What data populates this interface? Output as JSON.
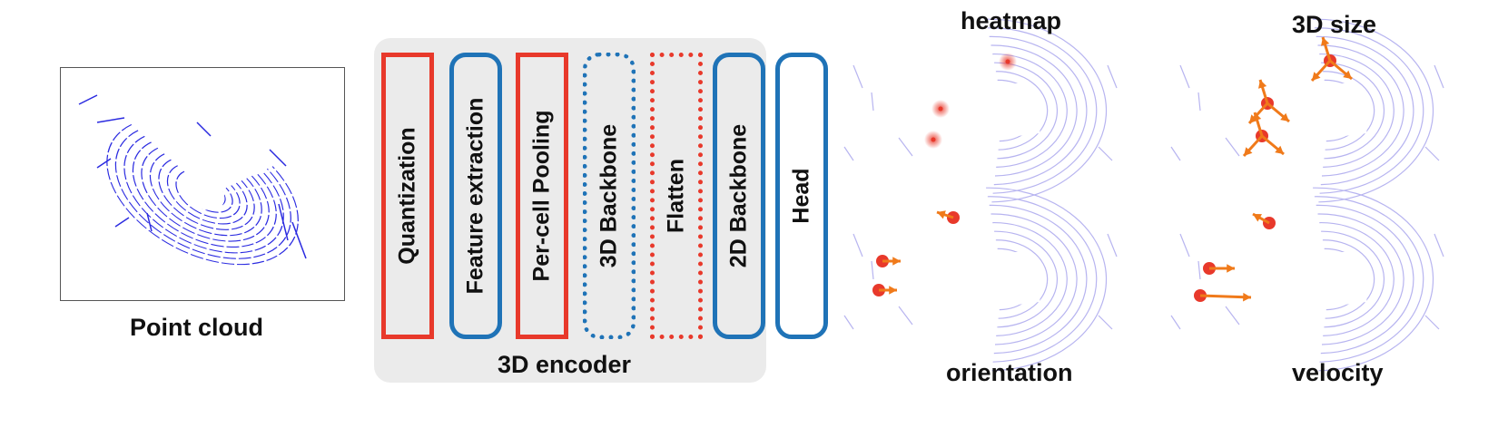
{
  "point_cloud": {
    "label": "Point cloud"
  },
  "encoder": {
    "label": "3D encoder",
    "blocks": [
      {
        "id": "quantization",
        "label": "Quantization",
        "style": "solid-red",
        "shape": "square"
      },
      {
        "id": "feature-extraction",
        "label": "Feature extraction",
        "style": "solid-blue",
        "shape": "rounded"
      },
      {
        "id": "per-cell-pooling",
        "label": "Per-cell Pooling",
        "style": "solid-red",
        "shape": "square"
      },
      {
        "id": "3d-backbone",
        "label": "3D Backbone",
        "style": "dot-blue",
        "shape": "rounded"
      },
      {
        "id": "flatten",
        "label": "Flatten",
        "style": "dot-red",
        "shape": "square"
      },
      {
        "id": "2d-backbone",
        "label": "2D Backbone",
        "style": "solid-blue",
        "shape": "rounded"
      }
    ]
  },
  "head": {
    "label": "Head",
    "style": "solid-blue"
  },
  "outputs": {
    "heatmap": "heatmap",
    "size": "3D size",
    "orientation": "orientation",
    "velocity": "velocity"
  },
  "colors": {
    "red": "#e8392b",
    "blue": "#1f73b7",
    "orange": "#f07a1a",
    "scan_dark": "#2a2ae0",
    "scan_light": "#b7b4f0",
    "encoder_bg": "#ebebeb"
  }
}
